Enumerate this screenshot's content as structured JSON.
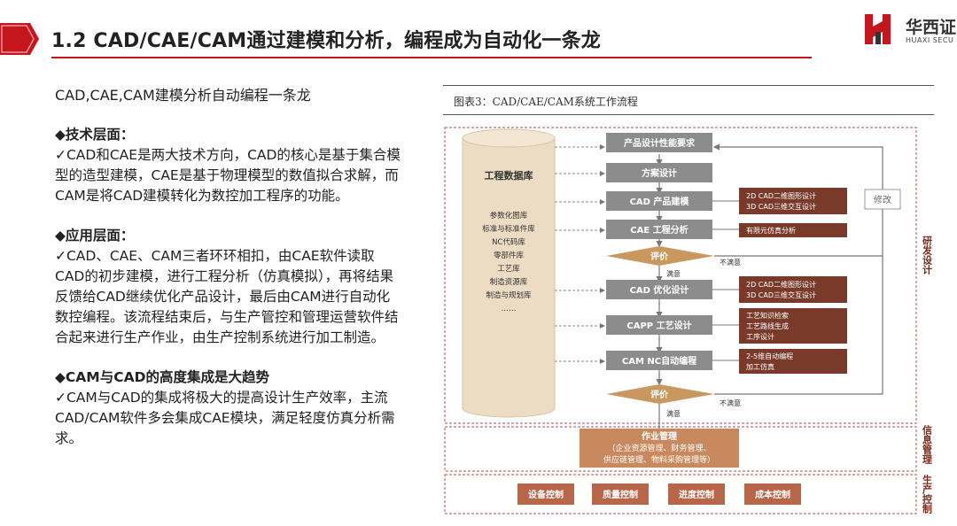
{
  "header": {
    "title": "1.2 CAD/CAE/CAM通过建模和分析，编程成为自动化一条龙",
    "logo_name": "华西证",
    "logo_sub": "HUAXI SECU"
  },
  "left": {
    "lead": "CAD,CAE,CAM建模分析自动编程一条龙",
    "sections": [
      {
        "heading": "◆技术层面：",
        "body": "✓CAD和CAE是两大技术方向，CAD的核心是基于集合模型的造型建模，CAE是基于物理模型的数值拟合求解，而CAM是将CAD建模转化为数控加工程序的功能。"
      },
      {
        "heading": "◆应用层面：",
        "body": "✓CAD、CAE、CAM三者环环相扣，由CAE软件读取CAD的初步建模，进行工程分析（仿真模拟），再将结果反馈给CAD继续优化产品设计，最后由CAM进行自动化数控编程。该流程结束后，与生产管控和管理运营软件结合起来进行生产作业，由生产控制系统进行加工制造。"
      },
      {
        "heading": "◆CAM与CAD的高度集成是大趋势",
        "body": "✓CAM与CAD的集成将极大的提高设计生产效率，主流CAD/CAM软件多会集成CAE模块，满足轻度仿真分析需求。"
      }
    ]
  },
  "figure": {
    "caption": "图表3：CAD/CAE/CAM系统工作流程",
    "db_title": "工程数据库",
    "db_items": [
      "参数化图库",
      "标准与标准件库",
      "NC代码库",
      "零部件库",
      "工艺库",
      "制造资源库",
      "制造与规划库",
      "……"
    ],
    "steps": [
      "产品设计性能要求",
      "方案设计",
      "CAD 产品建模",
      "CAE 工程分析",
      "CAD 优化设计",
      "CAPP 工艺设计",
      "CAM NC自动编程"
    ],
    "evaluate": "评价",
    "satisfied": "满意",
    "unsatisfied": "不满意",
    "modify": "修改",
    "notes": {
      "cad_model": [
        "2D CAD二维图形设计",
        "3D CAD三维交互设计"
      ],
      "cae": [
        "有限元仿真分析"
      ],
      "cad_opt": [
        "2D CAD二维图形设计",
        "3D CAD三维交互设计"
      ],
      "capp": [
        "工艺知识检索",
        "工艺路线生成",
        "工序设计"
      ],
      "cam": [
        "2-5维自动编程",
        "加工仿真"
      ]
    },
    "ops": {
      "title": "作业管理",
      "line1": "（企业资源管理、财务管理、",
      "line2": "供应链管理、物料采购管理等）"
    },
    "controls": [
      "设备控制",
      "质量控制",
      "进度控制",
      "成本控制"
    ],
    "side_labels": [
      "研发设计",
      "信息管理",
      "生产控制"
    ],
    "colors": {
      "step": "#8c8c8c",
      "evaluate": "#c8985f",
      "note": "#7a3a2a",
      "ops": "#c8895e",
      "control": "#b8664a",
      "frame": "#c07070",
      "accent": "#c4161c"
    }
  }
}
